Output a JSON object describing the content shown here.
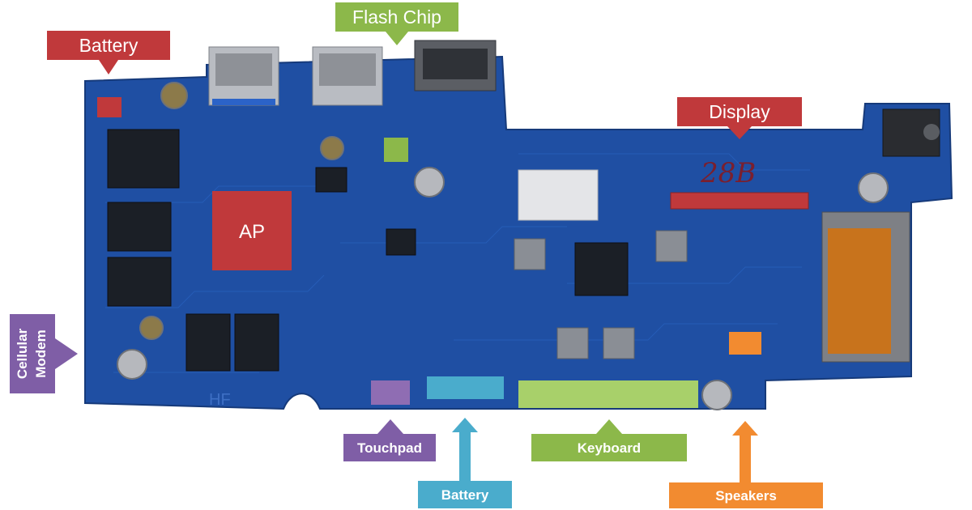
{
  "labels": {
    "battery_top": "Battery",
    "flash_chip": "Flash Chip",
    "display": "Display",
    "ap": "AP",
    "cellular_line1": "Cellular",
    "cellular_line2": "Modem",
    "touchpad": "Touchpad",
    "battery_bottom": "Battery",
    "keyboard": "Keyboard",
    "speakers": "Speakers"
  },
  "board_text": {
    "handwritten": "28B",
    "silkscreen": "HF"
  },
  "colors": {
    "board": "#1f4fa3",
    "red_label": "#c0393b",
    "green_label": "#8cb84a",
    "purple_label": "#7f5ea6",
    "blue_label": "#4aaccc",
    "orange_label": "#f28b30",
    "keyboard_connector": "#a8d06a",
    "chip": "#1b1f26"
  }
}
